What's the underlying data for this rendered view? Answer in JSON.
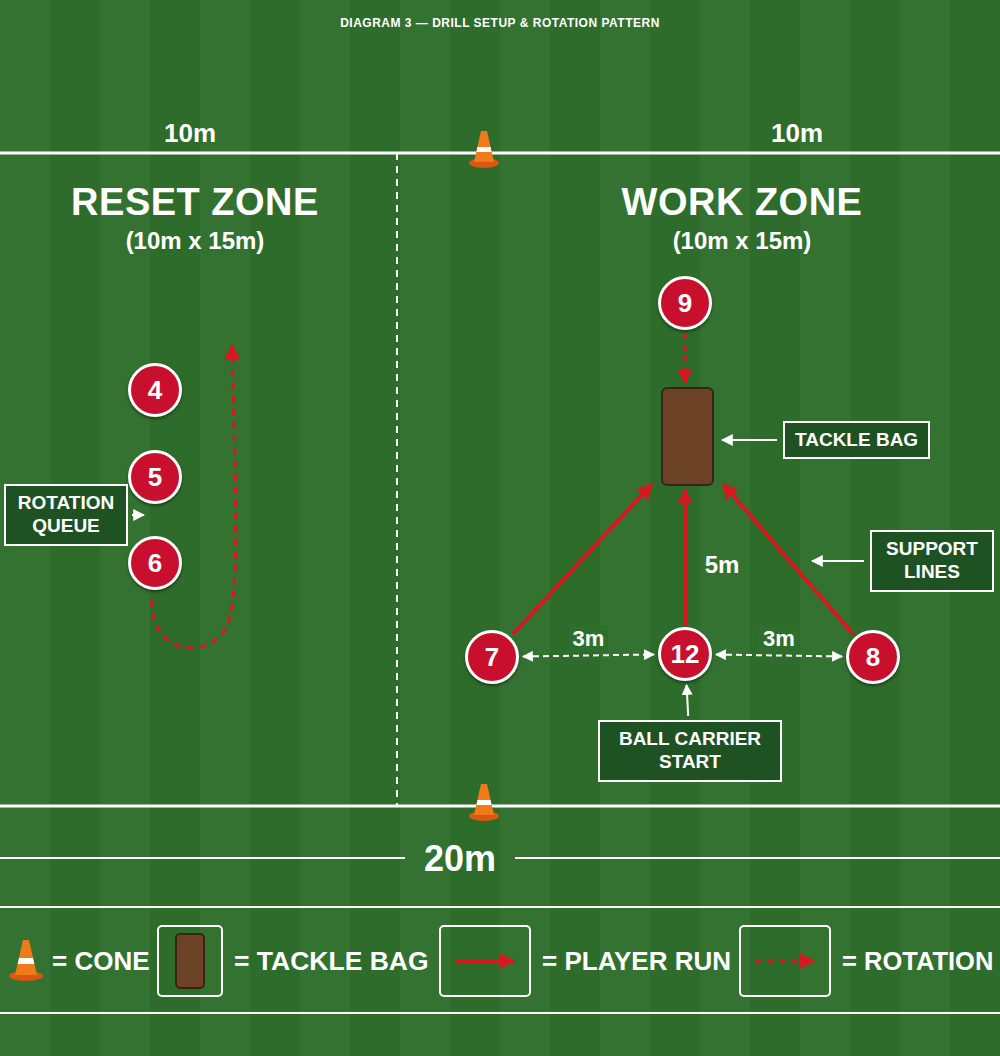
{
  "diagram": {
    "title": "DIAGRAM 3 — DRILL SETUP & ROTATION PATTERN",
    "nodes": [
      {
        "text": [
          "RESET ZONE",
          "(10m x 15m)"
        ]
      },
      {
        "text": [
          "WORK ZONE",
          "(10m x 15m)"
        ]
      },
      {
        "text": [
          "9"
        ],
        "in": 1
      },
      {
        "text": [
          "TACKLE BAG"
        ],
        "in": 1
      },
      {
        "text": [
          "4"
        ],
        "in": 0
      },
      {
        "text": [
          "5"
        ],
        "in": 0
      },
      {
        "text": [
          "ROTATION QUEUE"
        ],
        "in": 0
      },
      {
        "text": [
          "6"
        ],
        "in": 0
      },
      {
        "text": [
          "SUPPORT LINES"
        ],
        "in": 1
      },
      {
        "text": [
          "7"
        ],
        "in": 1
      },
      {
        "text": [
          "12"
        ],
        "in": 1
      },
      {
        "text": [
          "8"
        ],
        "in": 1
      },
      {
        "text": [
          "BALL CARRIER START"
        ],
        "in": 1
      }
    ],
    "edges": [
      {
        "from": 9,
        "to": 10,
        "arrow": "both",
        "label": "3m"
      },
      {
        "from": 10,
        "to": 11,
        "arrow": "both",
        "label": "3m"
      },
      {
        "from": 12,
        "to": 10,
        "arrow": "to"
      }
    ],
    "labels": [
      "10m",
      "10m",
      "20m",
      "5m"
    ],
    "legend": [
      {
        "text": "= CONE"
      },
      {
        "text": "= TACKLE BAG"
      },
      {
        "text": "= PLAYER RUN"
      },
      {
        "text": "= ROTATION"
      }
    ]
  }
}
